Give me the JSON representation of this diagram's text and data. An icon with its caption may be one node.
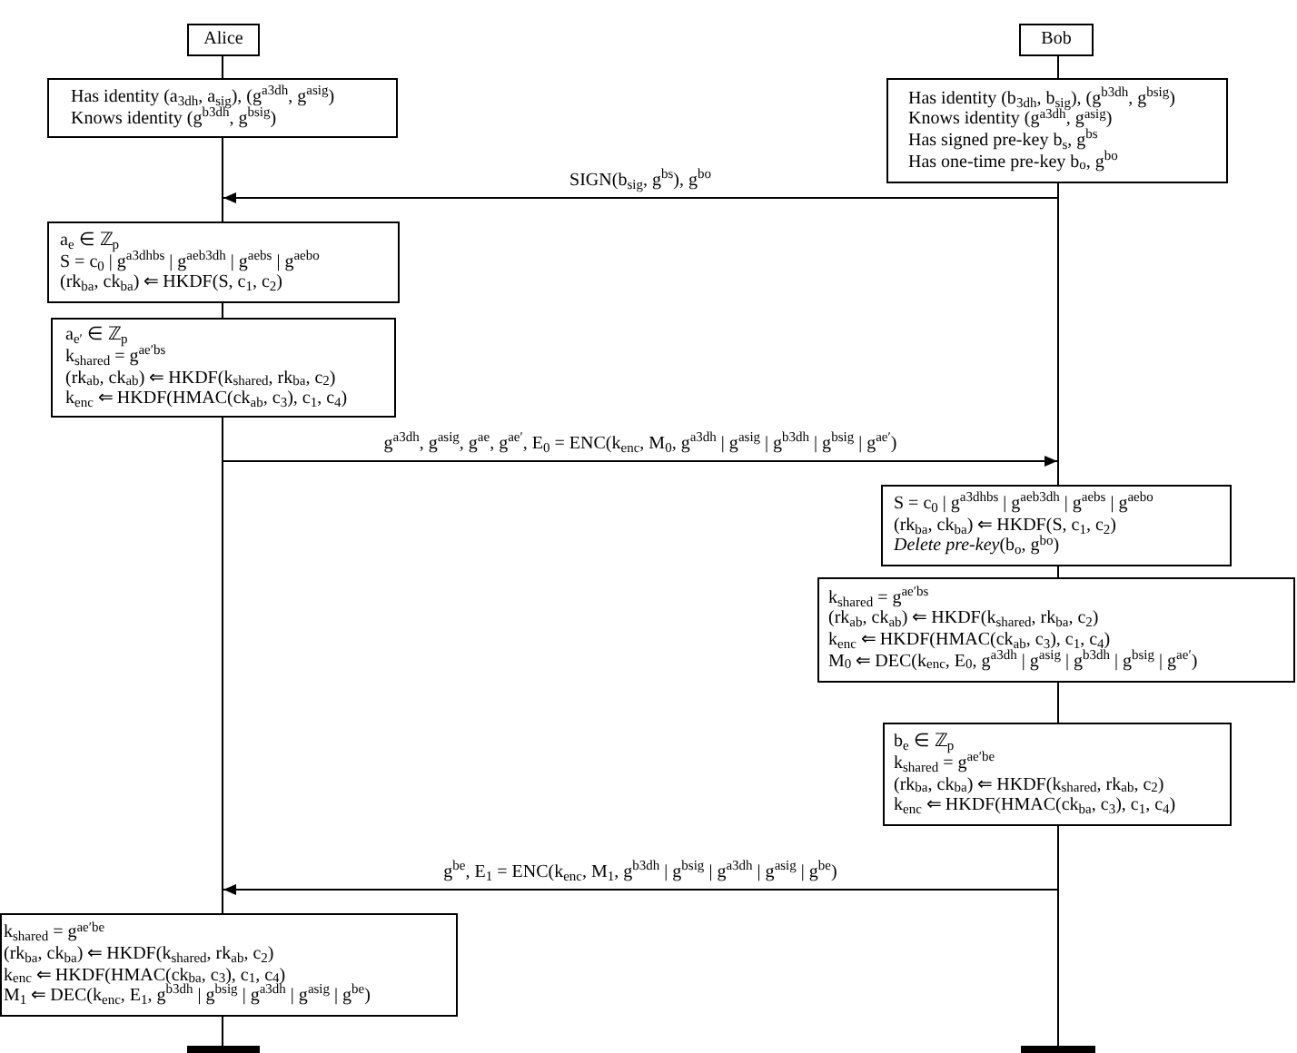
{
  "diagram": {
    "nodes": [
      {
        "text": [
          "Alice"
        ]
      },
      {
        "text": [
          "Bob"
        ]
      },
      {
        "text": [
          "Has identity (a$_{3dh}$, a$_{sig}$), (g$^{a3dh}$, g$^{asig}$)",
          "Knows identity (g$^{b3dh}$, g$^{bsig}$)"
        ]
      },
      {
        "text": [
          "Has identity (b$_{3dh}$, b$_{sig}$), (g$^{b3dh}$, g$^{bsig}$)",
          "Knows identity (g$^{a3dh}$, g$^{asig}$)",
          "Has signed pre-key b$_{s}$, g$^{bs}$",
          "Has one-time pre-key b$_{o}$, g$^{bo}$"
        ]
      },
      {
        "text": [
          "a$_{e}$ ∈ ℤ$_{p}$",
          "S = c$_{0}$ | g$^{a3dhbs}$ | g$^{aeb3dh}$ | g$^{aebs}$ | g$^{aebo}$",
          "(rk$_{ba}$, ck$_{ba}$) ⇐ HKDF(S, c$_{1}$, c$_{2}$)"
        ]
      },
      {
        "text": [
          "a$_{e′}$ ∈ ℤ$_{p}$",
          "k$_{shared}$ = g$^{ae′bs}$",
          "(rk$_{ab}$, ck$_{ab}$) ⇐ HKDF(k$_{shared}$, rk$_{ba}$, c$_{2}$)",
          "k$_{enc}$ ⇐ HKDF(HMAC(ck$_{ab}$, c$_{3}$), c$_{1}$, c$_{4}$)"
        ]
      },
      {
        "text": [
          "S = c$_{0}$ | g$^{a3dhbs}$ | g$^{aeb3dh}$ | g$^{aebs}$ | g$^{aebo}$",
          "(rk$_{ba}$, ck$_{ba}$) ⇐ HKDF(S, c$_{1}$, c$_{2}$)",
          "*Delete pre-key*(b$_{o}$, g$^{bo}$)"
        ]
      },
      {
        "text": [
          "k$_{shared}$ = g$^{ae′bs}$",
          "(rk$_{ab}$, ck$_{ab}$) ⇐ HKDF(k$_{shared}$, rk$_{ba}$, c$_{2}$)",
          "k$_{enc}$ ⇐ HKDF(HMAC(ck$_{ab}$, c$_{3}$), c$_{1}$, c$_{4}$)",
          "M$_{0}$ ⇐ DEC(k$_{enc}$, E$_{0}$, g$^{a3dh}$ | g$^{asig}$ | g$^{b3dh}$ | g$^{bsig}$ | g$^{ae′}$)"
        ]
      },
      {
        "text": [
          "b$_{e}$ ∈ ℤ$_{p}$",
          "k$_{shared}$ = g$^{ae′be}$",
          "(rk$_{ba}$, ck$_{ba}$) ⇐ HKDF(k$_{shared}$, rk$_{ab}$, c$_{2}$)",
          "k$_{enc}$ ⇐ HKDF(HMAC(ck$_{ba}$, c$_{3}$), c$_{1}$, c$_{4}$)"
        ]
      },
      {
        "text": [
          "k$_{shared}$ = g$^{ae′be}$",
          "(rk$_{ba}$, ck$_{ba}$) ⇐ HKDF(k$_{shared}$, rk$_{ab}$, c$_{2}$)",
          "k$_{enc}$ ⇐ HKDF(HMAC(ck$_{ba}$, c$_{3}$), c$_{1}$, c$_{4}$)",
          "M$_{1}$ ⇐ DEC(k$_{enc}$, E$_{1}$, g$^{b3dh}$ | g$^{bsig}$ | g$^{a3dh}$ | g$^{asig}$ | g$^{be}$)"
        ]
      },
      {
        "text": [],
        "shape": "line"
      },
      {
        "text": [],
        "shape": "line"
      },
      {
        "text": [],
        "shape": "bar"
      },
      {
        "text": [],
        "shape": "bar"
      }
    ],
    "edges": [
      {
        "from": 11,
        "to": 10,
        "arrow": "to",
        "label": "SIGN(b$_{sig}$, g$^{bs}$), g$^{bo}$"
      },
      {
        "from": 10,
        "to": 11,
        "arrow": "to",
        "label": "g$^{a3dh}$, g$^{asig}$, g$^{ae}$, g$^{ae′}$, E$_{0}$ = ENC(k$_{enc}$, M$_{0}$, g$^{a3dh}$ | g$^{asig}$ | g$^{b3dh}$ | g$^{bsig}$ | g$^{ae′}$)"
      },
      {
        "from": 11,
        "to": 10,
        "arrow": "to",
        "label": "g$^{be}$, E$_{1}$ = ENC(k$_{enc}$, M$_{1}$, g$^{b3dh}$ | g$^{bsig}$ | g$^{a3dh}$ | g$^{asig}$ | g$^{be}$)"
      }
    ]
  }
}
